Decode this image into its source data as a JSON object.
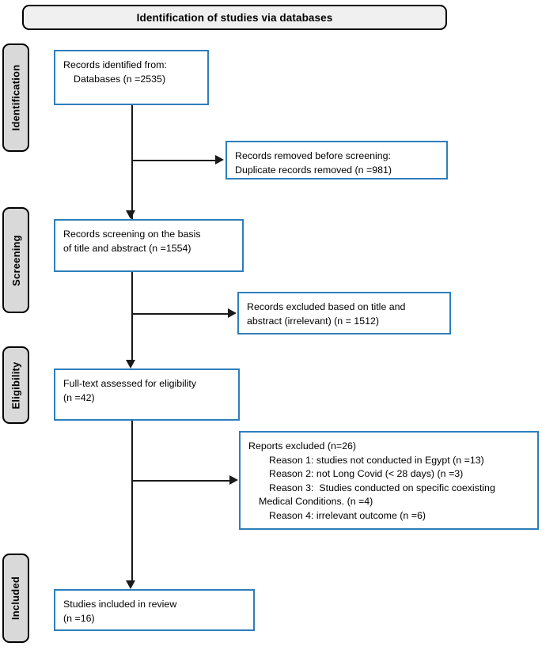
{
  "header": {
    "title": "Identification of studies via databases"
  },
  "stages": [
    {
      "key": "identification",
      "label": "Identification"
    },
    {
      "key": "screening",
      "label": "Screening"
    },
    {
      "key": "eligibility",
      "label": "Eligibility"
    },
    {
      "key": "included",
      "label": "Included"
    }
  ],
  "boxes": {
    "identified": {
      "line1": "Records identified from:",
      "line2": "Databases (n =2535)"
    },
    "duplicates": {
      "line1": "Records removed before screening:",
      "line2": "Duplicate records removed (n =981)"
    },
    "screening": {
      "line1": "Records screening on the basis",
      "line2": "of title and abstract (n =1554)"
    },
    "excluded_title_abstract": {
      "line1": "Records excluded based on title and",
      "line2": "abstract (irrelevant) (n = 1512)"
    },
    "fulltext": {
      "line1": "Full-text assessed for eligibility",
      "line2": "(n =42)"
    },
    "reports_excluded": {
      "line1": "Reports excluded (n=26)",
      "line2": "Reason 1: studies not conducted in Egypt (n =13)",
      "line3": "Reason 2: not Long Covid (< 28 days) (n =3)",
      "line4": "Reason 3:  Studies conducted on specific coexisting",
      "line5": "Medical Conditions. (n =4)",
      "line6": "Reason 4: irrelevant outcome (n =6)"
    },
    "included": {
      "line1": "Studies included in review",
      "line2": "(n =16)"
    }
  },
  "colors": {
    "box_border": "#2e7ebb",
    "pill_fill": "#d9d9d9",
    "banner_fill": "#f0f0f0",
    "connector": "#1a1a1a"
  },
  "chart_data": {
    "type": "diagram",
    "title": "Identification of studies via databases",
    "flow": [
      {
        "stage": "Identification",
        "node": "Records identified from: Databases",
        "n": 2535
      },
      {
        "stage": "Identification",
        "node": "Duplicate records removed before screening",
        "n": 981
      },
      {
        "stage": "Screening",
        "node": "Records screening on the basis of title and abstract",
        "n": 1554
      },
      {
        "stage": "Screening",
        "node": "Records excluded based on title and abstract (irrelevant)",
        "n": 1512
      },
      {
        "stage": "Eligibility",
        "node": "Full-text assessed for eligibility",
        "n": 42
      },
      {
        "stage": "Eligibility",
        "node": "Reports excluded",
        "n": 26
      },
      {
        "stage": "Eligibility",
        "node": "Reason 1: studies not conducted in Egypt",
        "n": 13
      },
      {
        "stage": "Eligibility",
        "node": "Reason 2: not Long Covid (< 28 days)",
        "n": 3
      },
      {
        "stage": "Eligibility",
        "node": "Reason 3: Studies conducted on specific coexisting Medical Conditions.",
        "n": 4
      },
      {
        "stage": "Eligibility",
        "node": "Reason 4: irrelevant outcome",
        "n": 6
      },
      {
        "stage": "Included",
        "node": "Studies included in review",
        "n": 16
      }
    ]
  }
}
